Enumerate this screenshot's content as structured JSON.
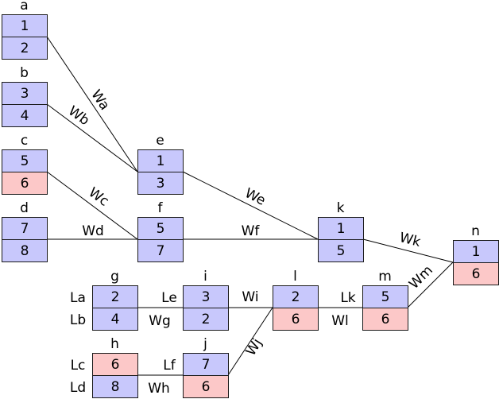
{
  "colors": {
    "blue": "#c8c8fc",
    "red": "#fcc8c8",
    "stroke": "#1a1a1a",
    "line": "#000000"
  },
  "nodes": [
    {
      "id": "a",
      "title": "a",
      "cells": [
        {
          "value": "1",
          "color": "blue"
        },
        {
          "value": "2",
          "color": "blue"
        }
      ]
    },
    {
      "id": "b",
      "title": "b",
      "cells": [
        {
          "value": "3",
          "color": "blue"
        },
        {
          "value": "4",
          "color": "blue"
        }
      ]
    },
    {
      "id": "c",
      "title": "c",
      "cells": [
        {
          "value": "5",
          "color": "blue"
        },
        {
          "value": "6",
          "color": "red"
        }
      ]
    },
    {
      "id": "d",
      "title": "d",
      "cells": [
        {
          "value": "7",
          "color": "blue"
        },
        {
          "value": "8",
          "color": "blue"
        }
      ]
    },
    {
      "id": "e",
      "title": "e",
      "cells": [
        {
          "value": "1",
          "color": "blue"
        },
        {
          "value": "3",
          "color": "blue"
        }
      ]
    },
    {
      "id": "f",
      "title": "f",
      "cells": [
        {
          "value": "5",
          "color": "blue"
        },
        {
          "value": "7",
          "color": "blue"
        }
      ]
    },
    {
      "id": "g",
      "title": "g",
      "cells": [
        {
          "value": "2",
          "color": "blue"
        },
        {
          "value": "4",
          "color": "blue"
        }
      ]
    },
    {
      "id": "h",
      "title": "h",
      "cells": [
        {
          "value": "6",
          "color": "red"
        },
        {
          "value": "8",
          "color": "blue"
        }
      ]
    },
    {
      "id": "i",
      "title": "i",
      "cells": [
        {
          "value": "3",
          "color": "blue"
        },
        {
          "value": "2",
          "color": "blue"
        }
      ]
    },
    {
      "id": "j",
      "title": "j",
      "cells": [
        {
          "value": "7",
          "color": "blue"
        },
        {
          "value": "6",
          "color": "red"
        }
      ]
    },
    {
      "id": "k",
      "title": "k",
      "cells": [
        {
          "value": "1",
          "color": "blue"
        },
        {
          "value": "5",
          "color": "blue"
        }
      ]
    },
    {
      "id": "l",
      "title": "l",
      "cells": [
        {
          "value": "2",
          "color": "blue"
        },
        {
          "value": "6",
          "color": "red"
        }
      ]
    },
    {
      "id": "m",
      "title": "m",
      "cells": [
        {
          "value": "5",
          "color": "blue"
        },
        {
          "value": "6",
          "color": "red"
        }
      ]
    },
    {
      "id": "n",
      "title": "n",
      "cells": [
        {
          "value": "1",
          "color": "blue"
        },
        {
          "value": "6",
          "color": "red"
        }
      ]
    }
  ],
  "edges": [
    {
      "id": "wa",
      "from": "a",
      "to": "e",
      "label": "Wa"
    },
    {
      "id": "wb",
      "from": "b",
      "to": "e",
      "label": "Wb"
    },
    {
      "id": "wc",
      "from": "c",
      "to": "f",
      "label": "Wc"
    },
    {
      "id": "wd",
      "from": "d",
      "to": "f",
      "label": "Wd"
    },
    {
      "id": "we",
      "from": "e",
      "to": "k",
      "label": "We"
    },
    {
      "id": "wf",
      "from": "f",
      "to": "k",
      "label": "Wf"
    },
    {
      "id": "wk",
      "from": "k",
      "to": "n",
      "label": "Wk"
    },
    {
      "id": "wm",
      "from": "m",
      "to": "n",
      "label": "Wm"
    },
    {
      "id": "wg",
      "from": "g",
      "to": "i",
      "label": "Wg"
    },
    {
      "id": "wh",
      "from": "h",
      "to": "j",
      "label": "Wh"
    },
    {
      "id": "wi",
      "from": "i",
      "to": "l",
      "label": "Wi"
    },
    {
      "id": "wj",
      "from": "j",
      "to": "l",
      "label": "Wj"
    },
    {
      "id": "wl",
      "from": "l",
      "to": "m",
      "label": "Wl"
    }
  ],
  "side_labels": [
    {
      "id": "la",
      "text": "La"
    },
    {
      "id": "lb",
      "text": "Lb"
    },
    {
      "id": "lc",
      "text": "Lc"
    },
    {
      "id": "ld",
      "text": "Ld"
    },
    {
      "id": "le",
      "text": "Le"
    },
    {
      "id": "lf",
      "text": "Lf"
    },
    {
      "id": "lk",
      "text": "Lk"
    }
  ]
}
